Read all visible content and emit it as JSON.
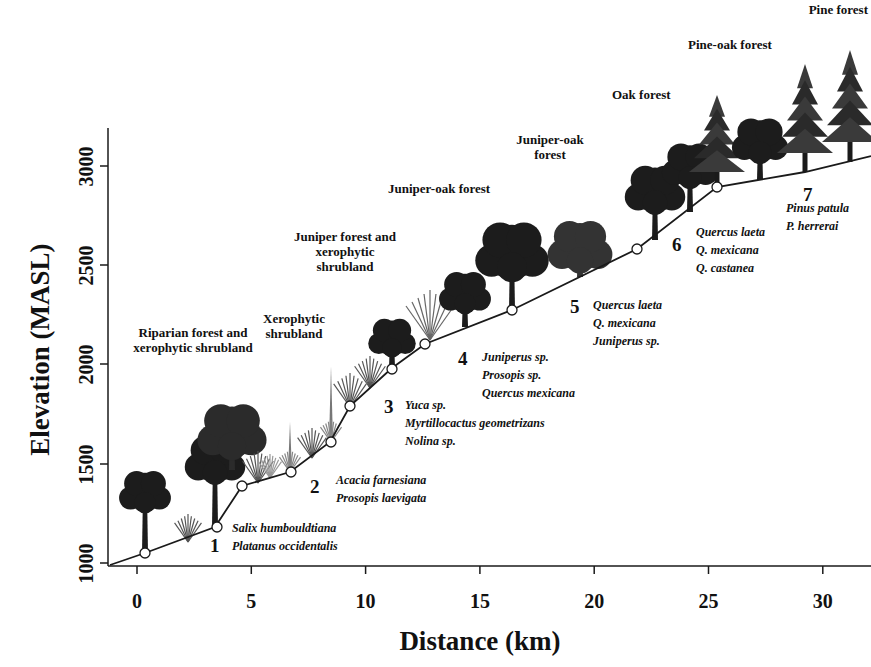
{
  "diagram": {
    "labels": [
      "Pine forest",
      "Pine-oak forest",
      "Oak forest",
      "Juniper-oak forest",
      "Juniper-oak forest",
      "Juniper forest and xerophytic shrubland",
      "Xerophytic shrubland",
      "Riparian forest and xerophytic shrubland",
      "1",
      "Salix humbouldtiana",
      "Platanus occidentalis",
      "2",
      "Acacia farnesiana",
      "Prosopis laevigata",
      "3",
      "Yuca sp.",
      "Myrtillocactus geometrizans",
      "Nolina sp.",
      "4",
      "Juniperus sp.",
      "Prosopis sp.",
      "Quercus mexicana",
      "5",
      "Quercus laeta",
      "Q. mexicana",
      "Juniperus sp.",
      "6",
      "Quercus laeta",
      "Q. mexicana",
      "Q. castanea",
      "7",
      "Pinus patula",
      "P. herrerai",
      "Elevation (MASL)",
      "Distance (km)",
      "1000",
      "1500",
      "2000",
      "2500",
      "3000",
      "0",
      "5",
      "10",
      "15",
      "20",
      "25",
      "30"
    ]
  }
}
